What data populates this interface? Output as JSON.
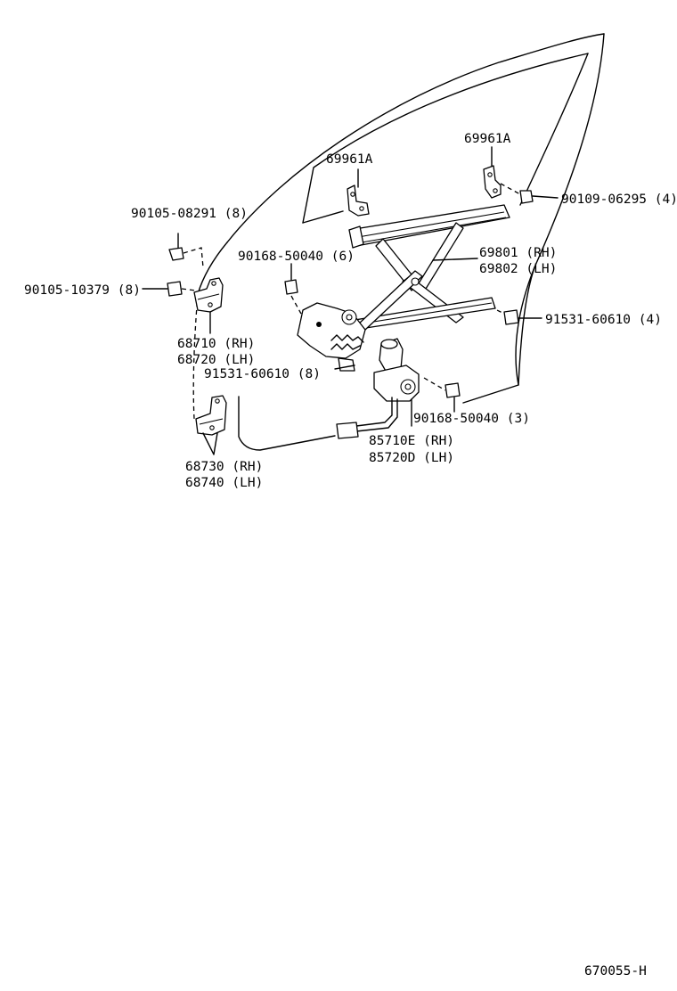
{
  "catalog_number": "670055-H",
  "callouts": {
    "bracket_top_right": "69961A",
    "bracket_top_left": "69961A",
    "bolt_90109_06295": "90109-06295 (4)",
    "bolt_90105_08291": "90105-08291 (8)",
    "bolt_90168_50040_upper": "90168-50040 (6)",
    "regulator_rh": "69801 (RH)",
    "regulator_lh": "69802 (LH)",
    "bolt_90105_10379": "90105-10379 (8)",
    "bolt_91531_60610_right": "91531-60610 (4)",
    "hinge_upper_rh": "68710 (RH)",
    "hinge_upper_lh": "68720 (LH)",
    "bolt_91531_60610_left": "91531-60610 (8)",
    "bolt_90168_50040_lower": "90168-50040 (3)",
    "motor_rh": "85710E (RH)",
    "motor_lh": "85720D (LH)",
    "hinge_lower_rh": "68730 (RH)",
    "hinge_lower_lh": "68740 (LH)"
  }
}
